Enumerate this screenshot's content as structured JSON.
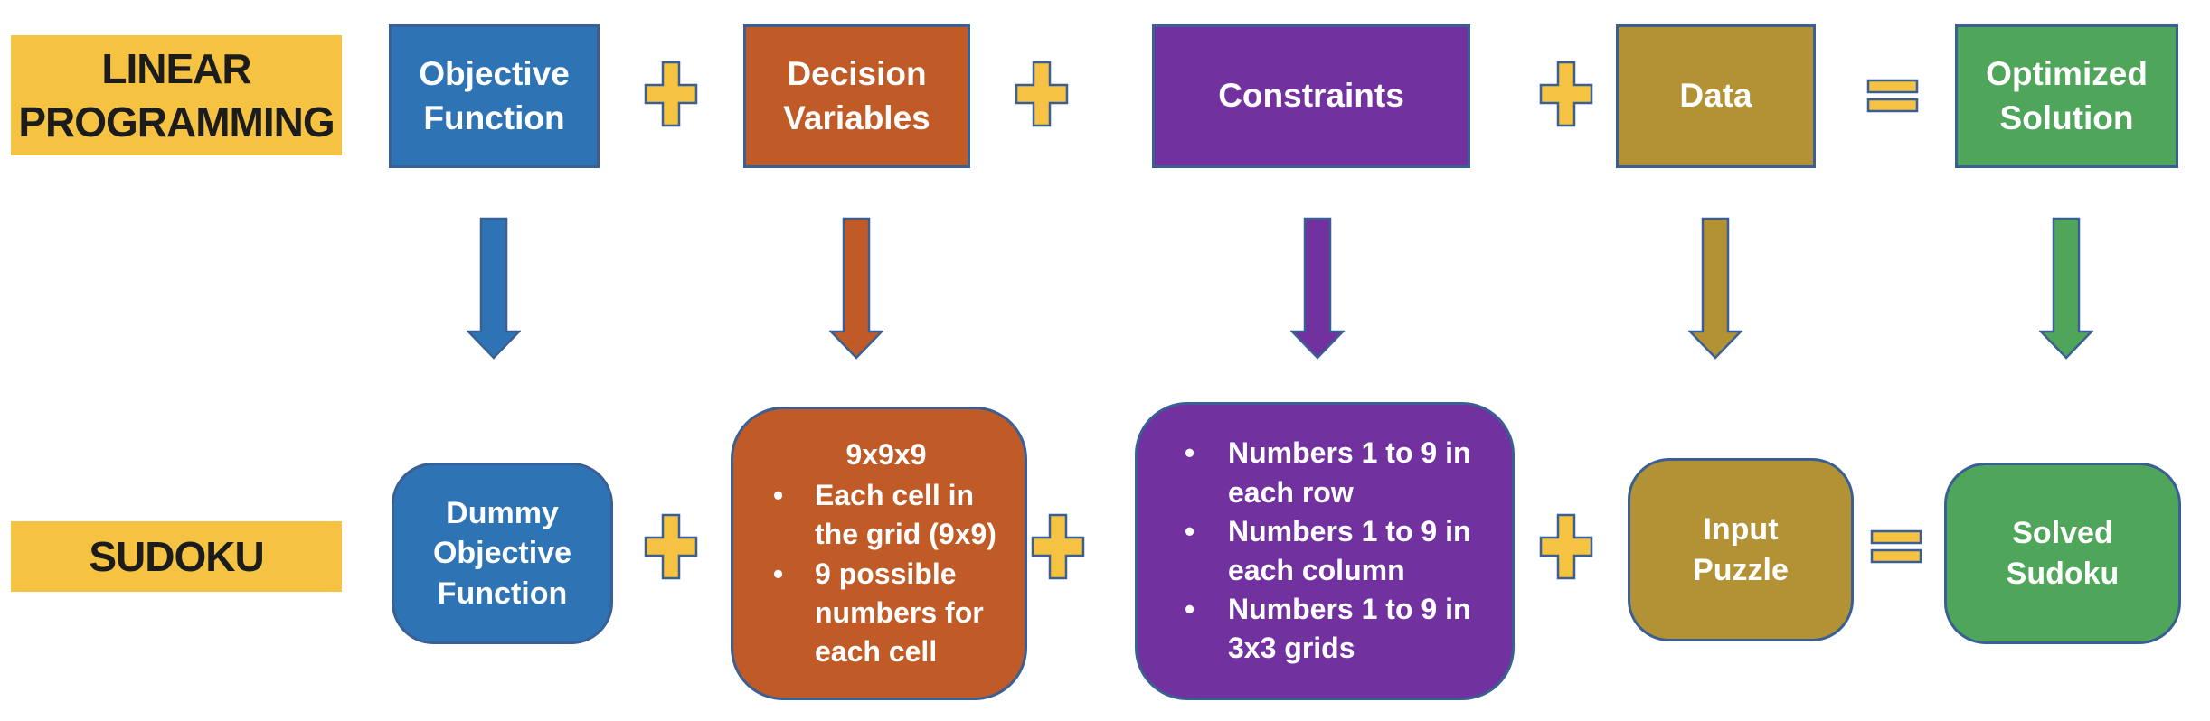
{
  "colors": {
    "yellow": "#F5C242",
    "blue": "#2E74B5",
    "orange": "#C05B27",
    "purple": "#7132A0",
    "dark_gold": "#B29234",
    "green": "#4FA65A",
    "outline": "#3A5F94",
    "label_text": "#1C1C1C",
    "box_text": "#FFFFFF"
  },
  "top_row": {
    "label": "LINEAR PROGRAMMING",
    "boxes": {
      "objective": "Objective Function",
      "decision": "Decision Variables",
      "constraints": "Constraints",
      "data": "Data",
      "optimized": "Optimized Solution"
    }
  },
  "bottom_row": {
    "label": "SUDOKU",
    "dummy_objective": "Dummy Objective Function",
    "grid_box": {
      "heading": "9x9x9",
      "bullets": [
        "Each cell in the grid (9x9)",
        "9 possible numbers for each cell"
      ]
    },
    "constraints_box": {
      "bullets": [
        "Numbers 1 to 9 in each row",
        "Numbers 1 to 9 in each column",
        "Numbers 1 to 9 in 3x3 grids"
      ]
    },
    "input_puzzle": "Input Puzzle",
    "solved_sudoku": "Solved Sudoku"
  },
  "operators": {
    "plus": "+",
    "equals": "="
  }
}
